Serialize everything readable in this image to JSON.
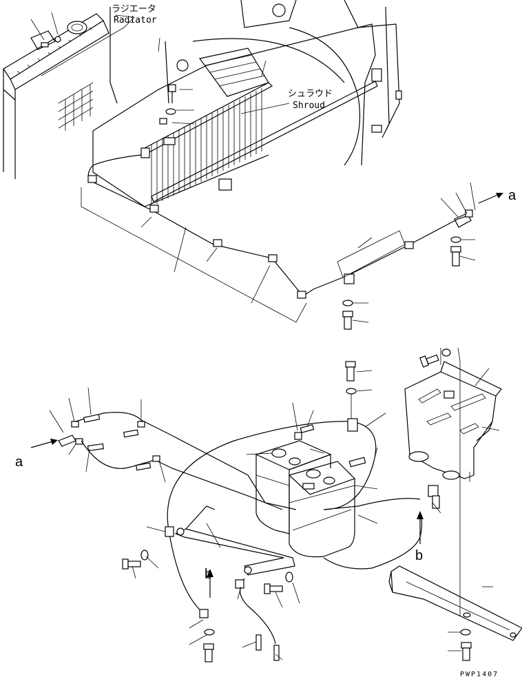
{
  "labels": {
    "radiator_jp": "ラジエータ",
    "radiator_en": "Radiator",
    "shroud_jp": "シュラウド",
    "shroud_en": "Shroud",
    "connector_a_top": "a",
    "connector_a_left": "a",
    "connector_b_left": "b",
    "connector_b_right": "b",
    "drawing_code": "PWP1407"
  }
}
